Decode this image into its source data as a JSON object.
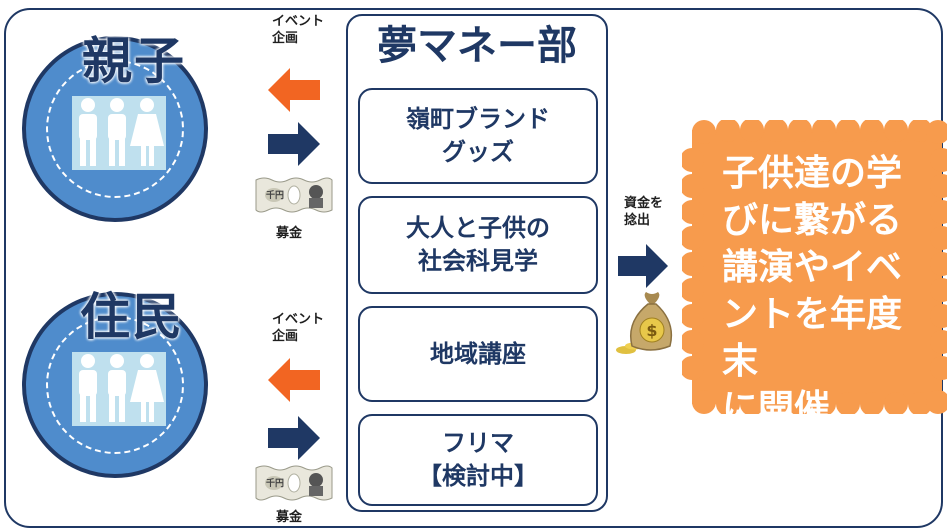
{
  "groups": [
    {
      "label": "親子",
      "event_label_1": "イベント",
      "event_label_2": "企画",
      "fund_label": "募金",
      "bill_text": "千円"
    },
    {
      "label": "住民",
      "event_label_1": "イベント",
      "event_label_2": "企画",
      "fund_label": "募金",
      "bill_text": "千円"
    }
  ],
  "center": {
    "title": "夢マネー部",
    "activities": [
      {
        "line1": "嶺町ブランド",
        "line2": "グッズ"
      },
      {
        "line1": "大人と子供の",
        "line2": "社会科見学"
      },
      {
        "line1": "地域講座",
        "line2": ""
      },
      {
        "line1": "フリマ",
        "line2": "【検討中】"
      }
    ]
  },
  "funding": {
    "label_1": "資金を",
    "label_2": "捻出"
  },
  "result": {
    "lines": [
      "子供達の学",
      "びに繋がる",
      "講演やイベ",
      "ントを年度末",
      "に開催"
    ]
  },
  "colors": {
    "navy": "#1f3864",
    "circle_blue": "#4f8ccc",
    "arrow_orange": "#f26522",
    "result_orange": "#f79b4d"
  }
}
